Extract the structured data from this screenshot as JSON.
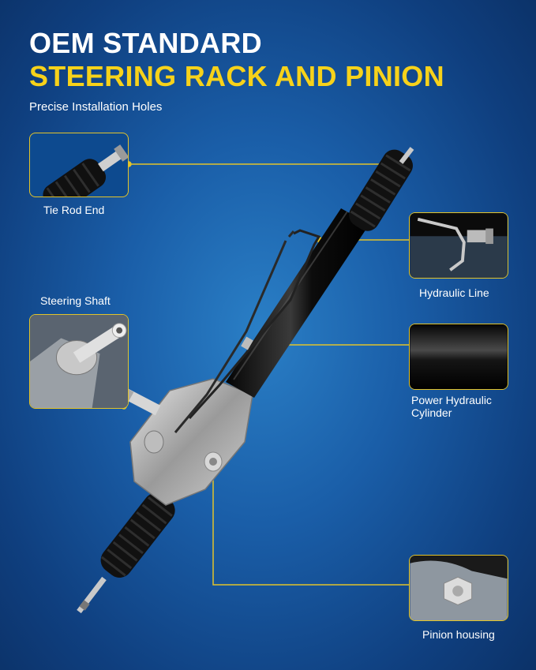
{
  "header": {
    "title_line1": "OEM STANDARD",
    "title_line2": "STEERING RACK AND PINION",
    "subtitle": "Precise Installation Holes"
  },
  "callouts": {
    "tie_rod_end": "Tie Rod End",
    "steering_shaft": "Steering Shaft",
    "hydraulic_line": "Hydraulic Line",
    "power_hydraulic_cylinder_line1": "Power Hydraulic",
    "power_hydraulic_cylinder_line2": "Cylinder",
    "pinion_housing": "Pinion housing"
  },
  "colors": {
    "accent_yellow": "#f7d21a",
    "callout_line": "#e2c32a",
    "background_blue": "#1a5ea8"
  }
}
